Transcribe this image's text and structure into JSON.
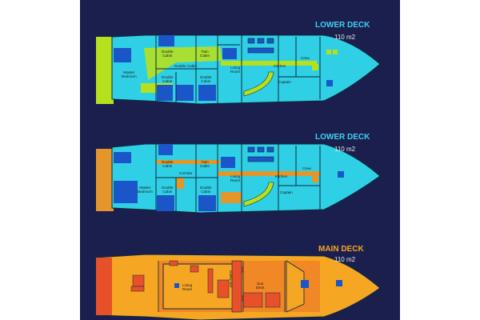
{
  "colors": {
    "background": "#1b1f4d",
    "lower_deck_1_hull": "#2fd0e6",
    "lower_deck_1_accent": "#b6e01e",
    "lower_deck_2_hull": "#2fd0e6",
    "lower_deck_2_accent": "#e5962a",
    "main_deck_hull": "#f5a623",
    "main_deck_accent": "#e8502a",
    "deck_title": "#3fd2f0",
    "main_title": "#f5a623"
  },
  "decks": [
    {
      "title": "LOWER DECK",
      "area": "110 m2",
      "rooms": {
        "master": "Master\nBedroom",
        "double_1": "Double\nCabin",
        "twin": "Twin\nCabin",
        "double_center": "Double Cabin",
        "double_2": "Double\nCabin",
        "double_3": "Double\nCabin",
        "living": "Living\nRoom",
        "kitchen": "Kitchen",
        "crew": "Crew",
        "captain": "Captain"
      }
    },
    {
      "title": "LOWER DECK",
      "area": "110 m2",
      "rooms": {
        "master": "Master\nBedroom",
        "double_1": "Double\nCabin",
        "twin": "Twin\nCabin",
        "corridor": "Corridor",
        "double_2": "Double\nCabin",
        "double_3": "Double\nCabin",
        "living": "Living\nRoom",
        "kitchen": "Kitchen",
        "crew": "Crew",
        "captain": "Captain"
      }
    },
    {
      "title": "MAIN DECK",
      "area": "110 m2",
      "rooms": {
        "living": "Living\nRoom",
        "galley": "Galley Bar",
        "sun_deck": "Sun\nDeck"
      }
    }
  ]
}
